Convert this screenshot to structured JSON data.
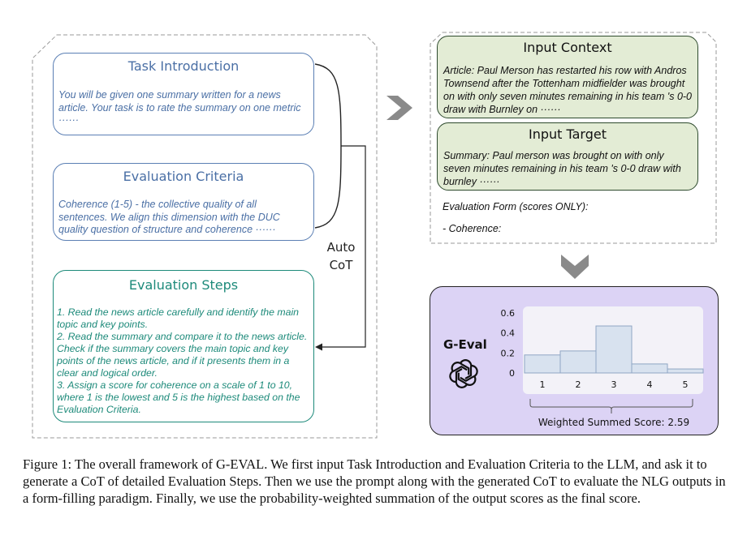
{
  "task_intro": {
    "title": "Task Introduction",
    "body": "You will be given one summary written for a news article. Your task is to rate the summary on one metric ······"
  },
  "eval_criteria": {
    "title": "Evaluation Criteria",
    "body": "Coherence (1-5) - the collective quality of all sentences. We align this dimension with the DUC quality question of structure and coherence ······"
  },
  "auto_cot": {
    "line1": "Auto",
    "line2": "CoT"
  },
  "eval_steps": {
    "title": "Evaluation Steps",
    "body": "1. Read the news article carefully and identify the main topic and key points.\n2. Read the summary and compare it to the news article. Check if the summary covers the main topic and key points of the news article, and if it presents them in a clear and logical order.\n3. Assign a score for coherence on a scale of 1 to 10, where 1 is the lowest and 5 is the highest based on the Evaluation Criteria."
  },
  "input_context": {
    "title": "Input Context",
    "body": "Article: Paul Merson has restarted his row with Andros Townsend after the Tottenham midfielder was brought on with only seven minutes remaining in his team 's 0-0 draw with Burnley on ······"
  },
  "input_target": {
    "title": "Input Target",
    "body": "Summary: Paul merson was brought on with only seven minutes remaining in his team 's 0-0 draw with burnley ······"
  },
  "eval_form": {
    "label": "Evaluation Form (scores ONLY):",
    "item": "- Coherence:"
  },
  "geval": {
    "label": "G-Eval",
    "icon": "openai-logo-icon",
    "weighted_score": "Weighted Summed Score: 2.59"
  },
  "chart_data": {
    "type": "bar",
    "categories": [
      "1",
      "2",
      "3",
      "4",
      "5"
    ],
    "values": [
      0.18,
      0.22,
      0.47,
      0.09,
      0.04
    ],
    "y_ticks": [
      "0.6",
      "0.4",
      "0.2",
      "0"
    ],
    "ylim": [
      0,
      0.6
    ],
    "bar_color": "#d8e2ef",
    "bar_stroke": "#8fa6c4"
  },
  "caption": "Figure 1: The overall framework of G-EVAL. We first input Task Introduction and Evaluation Criteria to the LLM, and ask it to generate a CoT of detailed Evaluation Steps. Then we use the prompt along with the generated CoT to evaluate the NLG outputs in a form-filling paradigm. Finally, we use the probability-weighted summation of the output scores as the final score.",
  "colors": {
    "blue": "#4a6fa5",
    "teal": "#1d8a7a",
    "green_fill": "#e3ecd5",
    "purple_fill": "#dcd3f5",
    "arrow_gray": "#8a8a8a"
  }
}
